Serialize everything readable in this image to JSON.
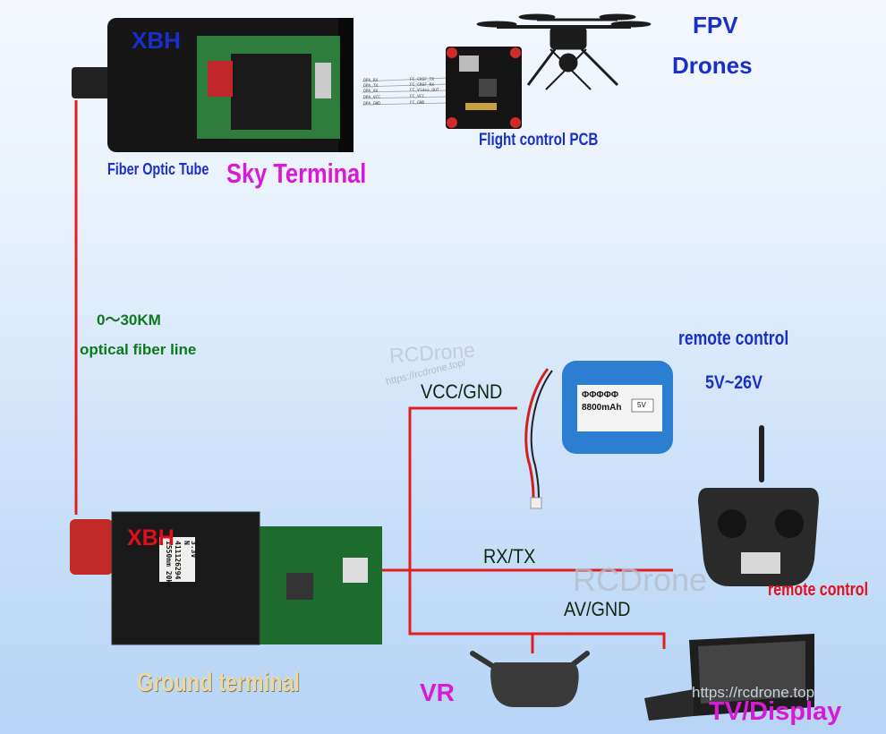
{
  "labels": {
    "xbh_top": "XBH",
    "fpv_line1": "FPV",
    "fpv_line2": "Drones",
    "flight_pcb": "Flight control PCB",
    "fiber_tube": "Fiber Optic Tube",
    "sky_terminal": "Sky Terminal",
    "distance": "0～30KM",
    "fiber_line": "optical fiber line",
    "remote_control_top": "remote control",
    "voltage": "5V~26V",
    "vcc_gnd": "VCC/GND",
    "rx_tx": "RX/TX",
    "av_gnd": "AV/GND",
    "xbh_ground": "XBH",
    "ground_terminal": "Ground terminal",
    "vr": "VR",
    "remote_control_right": "remote control",
    "tv_display": "TV/Display"
  },
  "watermark": {
    "brand": "RCDrone",
    "url": "https://rcdrone.top/"
  },
  "battery": {
    "brand": "ΦΦΦΦΦ",
    "capacity": "8800mAh",
    "volt": "5V"
  },
  "module": {
    "wavelength": "1550nm 20km",
    "serial": "411126294",
    "code": "N",
    "vin": "3.3V"
  },
  "pcb_pins": [
    "OPA_RX",
    "OPA_TX",
    "OPA_AV",
    "OPA_VCC",
    "OPA_GND"
  ],
  "pcb_pins_fc": [
    "FC_CRSF_TX",
    "FC_CRSF_RX",
    "FC_Video_OUT",
    "FC_VCC",
    "FC_GND"
  ],
  "colors": {
    "fiber_line": "#e02020",
    "signal_line": "#e02020",
    "label_blue": "#1a2fc8",
    "label_green": "#0a7a1a",
    "label_magenta": "#d81ad6",
    "label_red": "#e0101a"
  }
}
